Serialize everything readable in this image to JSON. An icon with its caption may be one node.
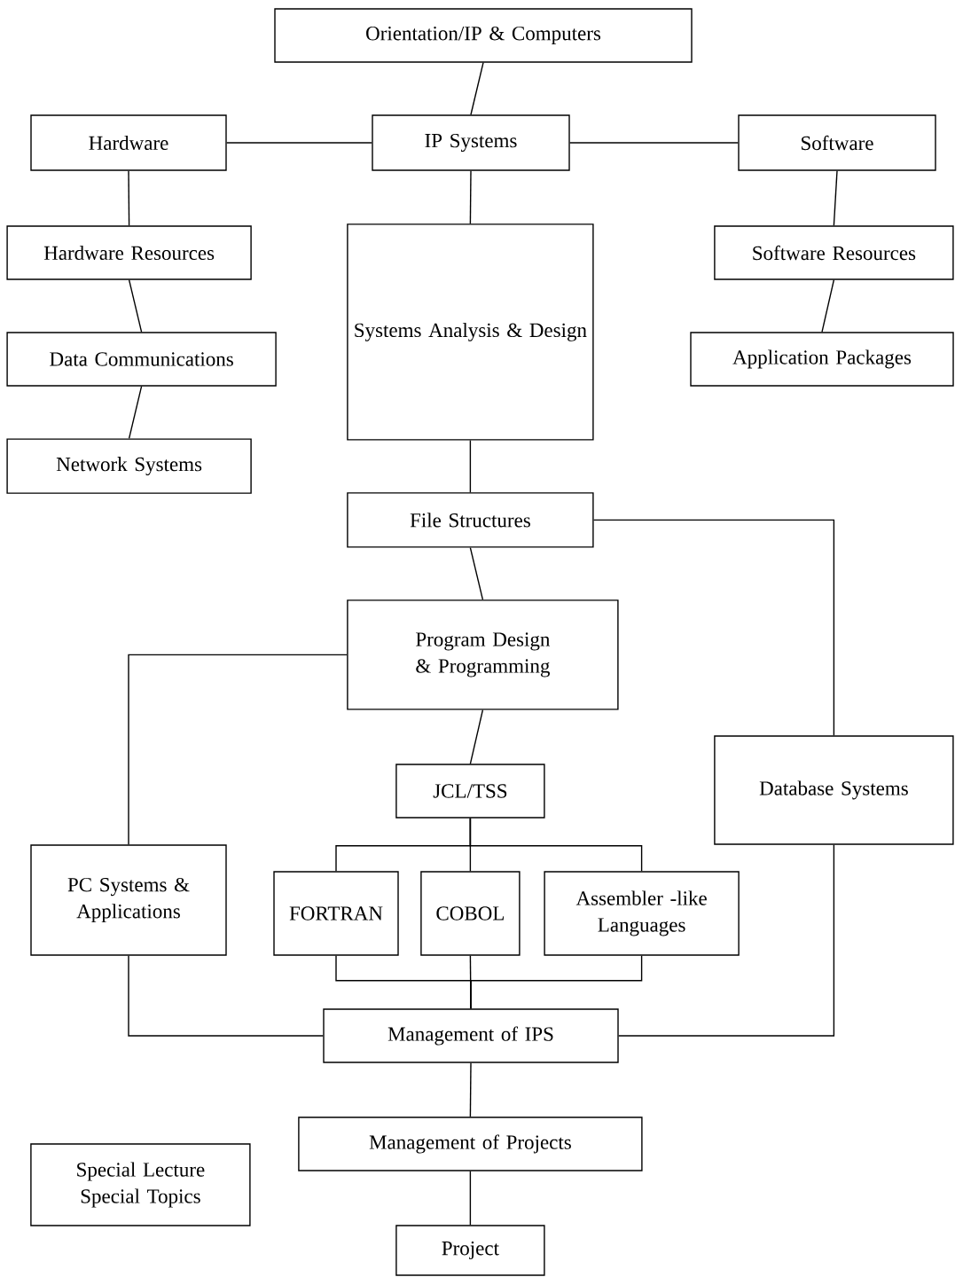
{
  "diagram": {
    "nodes": [
      {
        "text": [
          "Orientation/IP & Computers"
        ]
      },
      {
        "text": [
          "Hardware"
        ]
      },
      {
        "text": [
          "IP Systems"
        ]
      },
      {
        "text": [
          "Software"
        ]
      },
      {
        "text": [
          "Hardware Resources"
        ]
      },
      {
        "text": [
          "Systems Analysis & Design"
        ]
      },
      {
        "text": [
          "Software Resources"
        ]
      },
      {
        "text": [
          "Data Communications"
        ]
      },
      {
        "text": [
          "Application Packages"
        ]
      },
      {
        "text": [
          "Network Systems"
        ]
      },
      {
        "text": [
          "File Structures"
        ]
      },
      {
        "text": [
          "Program Design & Programming"
        ]
      },
      {
        "text": [
          "JCL/TSS"
        ]
      },
      {
        "text": [
          "Database Systems"
        ]
      },
      {
        "text": [
          "PC Systems & Applications"
        ]
      },
      {
        "text": [
          "FORTRAN"
        ]
      },
      {
        "text": [
          "COBOL"
        ]
      },
      {
        "text": [
          "Assembler -like Languages"
        ]
      },
      {
        "text": [
          "Management of IPS"
        ]
      },
      {
        "text": [
          "Management of Projects"
        ]
      },
      {
        "text": [
          "Special Lecture",
          "Special Topics"
        ]
      },
      {
        "text": [
          "Project"
        ]
      }
    ],
    "edges": [
      {
        "from": 0,
        "to": 2,
        "arrow": "none"
      },
      {
        "from": 1,
        "to": 2,
        "arrow": "none"
      },
      {
        "from": 2,
        "to": 3,
        "arrow": "none"
      },
      {
        "from": 1,
        "to": 4,
        "arrow": "none"
      },
      {
        "from": 4,
        "to": 7,
        "arrow": "none"
      },
      {
        "from": 7,
        "to": 9,
        "arrow": "none"
      },
      {
        "from": 2,
        "to": 5,
        "arrow": "none"
      },
      {
        "from": 3,
        "to": 6,
        "arrow": "none"
      },
      {
        "from": 6,
        "to": 8,
        "arrow": "none"
      },
      {
        "from": 5,
        "to": 10,
        "arrow": "none"
      },
      {
        "from": 10,
        "to": 11,
        "arrow": "none"
      },
      {
        "from": 10,
        "to": 13,
        "arrow": "none"
      },
      {
        "from": 11,
        "to": 14,
        "arrow": "none"
      },
      {
        "from": 11,
        "to": 12,
        "arrow": "none"
      },
      {
        "from": 12,
        "to": 15,
        "arrow": "none"
      },
      {
        "from": 12,
        "to": 16,
        "arrow": "none"
      },
      {
        "from": 12,
        "to": 17,
        "arrow": "none"
      },
      {
        "from": 15,
        "to": 18,
        "arrow": "none"
      },
      {
        "from": 16,
        "to": 18,
        "arrow": "none"
      },
      {
        "from": 17,
        "to": 18,
        "arrow": "none"
      },
      {
        "from": 14,
        "to": 18,
        "arrow": "none"
      },
      {
        "from": 13,
        "to": 18,
        "arrow": "none"
      },
      {
        "from": 18,
        "to": 19,
        "arrow": "none"
      },
      {
        "from": 19,
        "to": 21,
        "arrow": "none"
      }
    ]
  }
}
